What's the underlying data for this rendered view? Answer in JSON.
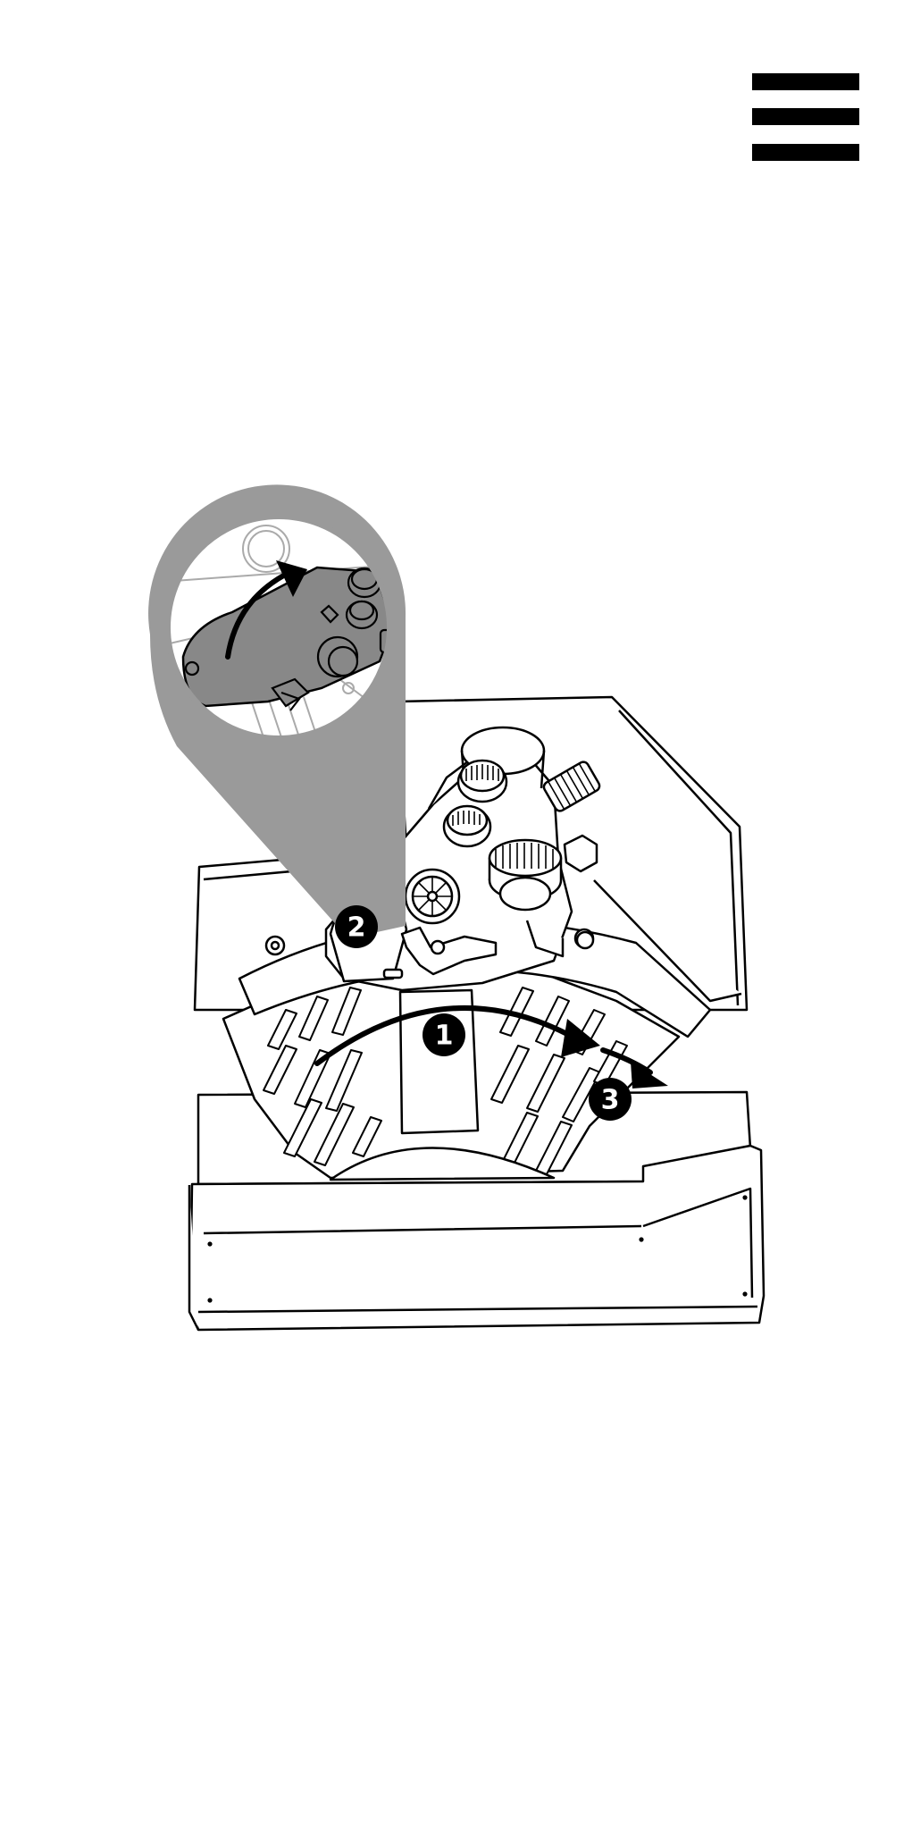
{
  "menu": {
    "icon": "hamburger-menu-icon"
  },
  "diagram": {
    "subject": "throttle-quadrant",
    "steps": [
      {
        "number": "1",
        "icon": "arrow-rotate-right-icon"
      },
      {
        "number": "2",
        "icon": "arrow-up-icon"
      },
      {
        "number": "3",
        "icon": "arrow-down-right-icon"
      }
    ],
    "colors": {
      "line": "#000000",
      "zoom_fill": "#9a9a9a",
      "zoom_body": "#888888",
      "background": "#ffffff"
    }
  }
}
